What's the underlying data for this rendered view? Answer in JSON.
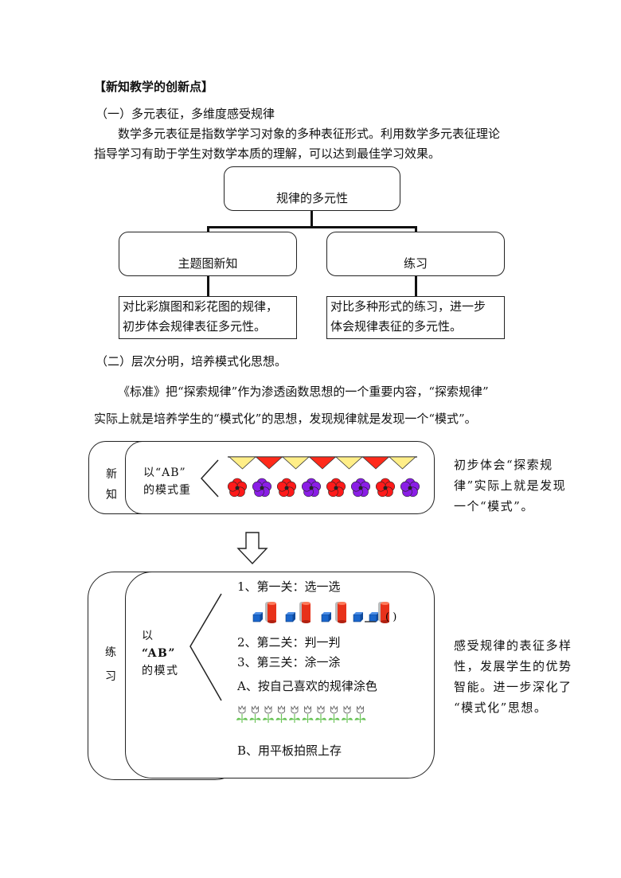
{
  "heading": "【新知教学的创新点】",
  "section1": {
    "title": "（一）多元表征，多维度感受规律",
    "para_line1": "数学多元表征是指数学学习对象的多种表征形式。利用数学多元表征理论",
    "para_line2": "指导学习有助于学生对数学本质的理解，可以达到最佳学习效果。"
  },
  "diagram": {
    "root": "规律的多元性",
    "left": "主题图新知",
    "right": "练习",
    "left_desc_1": "对比彩旗图和彩花图的规律，",
    "left_desc_2": "初步体会规律表征多元性。",
    "right_desc_1": "对比多种形式的练习，进一步",
    "right_desc_2": "体会规律表征的多元性。"
  },
  "section2": {
    "title": "（二）层次分明，培养模式化思想。",
    "para_line1": "《标准》把“探索规律”作为渗透函数思想的一个重要内容，“探索规律”",
    "para_line2": "实际上就是培养学生的“模式化”的思想，发现规律就是发现一个“模式”。"
  },
  "panel1": {
    "tab_1": "新",
    "tab_2": "知",
    "label_1": "以“AB”",
    "label_2": "的模式重",
    "side_1": "初步体会“探索规",
    "side_2": "律”实际上就是发现",
    "side_3": "一个“模式”。"
  },
  "panel2": {
    "tab_1": "练",
    "tab_2": "习",
    "label_1": "以",
    "label_2": "“AB”",
    "label_3": "的模式",
    "item1": "1、第一关：选一选",
    "item2": "2、第二关：判一判",
    "item3": "3、第三关：涂一涂",
    "itemA": "A、按自己喜欢的规律涂色",
    "itemB": "B、用平板拍照上存",
    "blank_mark": "( )",
    "side_1": "感受规律的表征多样",
    "side_2": "性，发展学生的优势",
    "side_3": "智能。进一步深化了",
    "side_4": "“模式化”思想。"
  },
  "colors": {
    "flag_red": "#ff2a1a",
    "flag_yellow": "#ffee88",
    "flower_red": "#ff1a1a",
    "flower_purple": "#8a1ee6",
    "block_blue": "#1a66cc",
    "cylinder_red": "#e8321a",
    "tulip_green": "#6cc45a"
  }
}
